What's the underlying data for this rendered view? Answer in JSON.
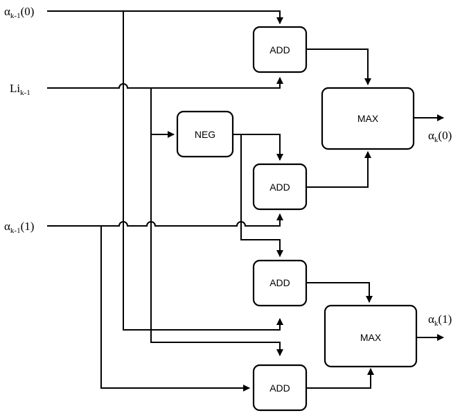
{
  "inputs": {
    "alpha_prev_0": {
      "sym": "α",
      "sub": "k-1",
      "arg": "(0)"
    },
    "li_prev": {
      "sym": "Li",
      "sub": "k-1"
    },
    "alpha_prev_1": {
      "sym": "α",
      "sub": "k-1",
      "arg": "(1)"
    }
  },
  "outputs": {
    "alpha_0": {
      "sym": "α",
      "sub": "k",
      "arg": "(0)"
    },
    "alpha_1": {
      "sym": "α",
      "sub": "k",
      "arg": "(1)"
    }
  },
  "blocks": {
    "add_1": "ADD",
    "add_2": "ADD",
    "add_3": "ADD",
    "add_4": "ADD",
    "neg": "NEG",
    "max_top": "MAX",
    "max_bottom": "MAX"
  }
}
